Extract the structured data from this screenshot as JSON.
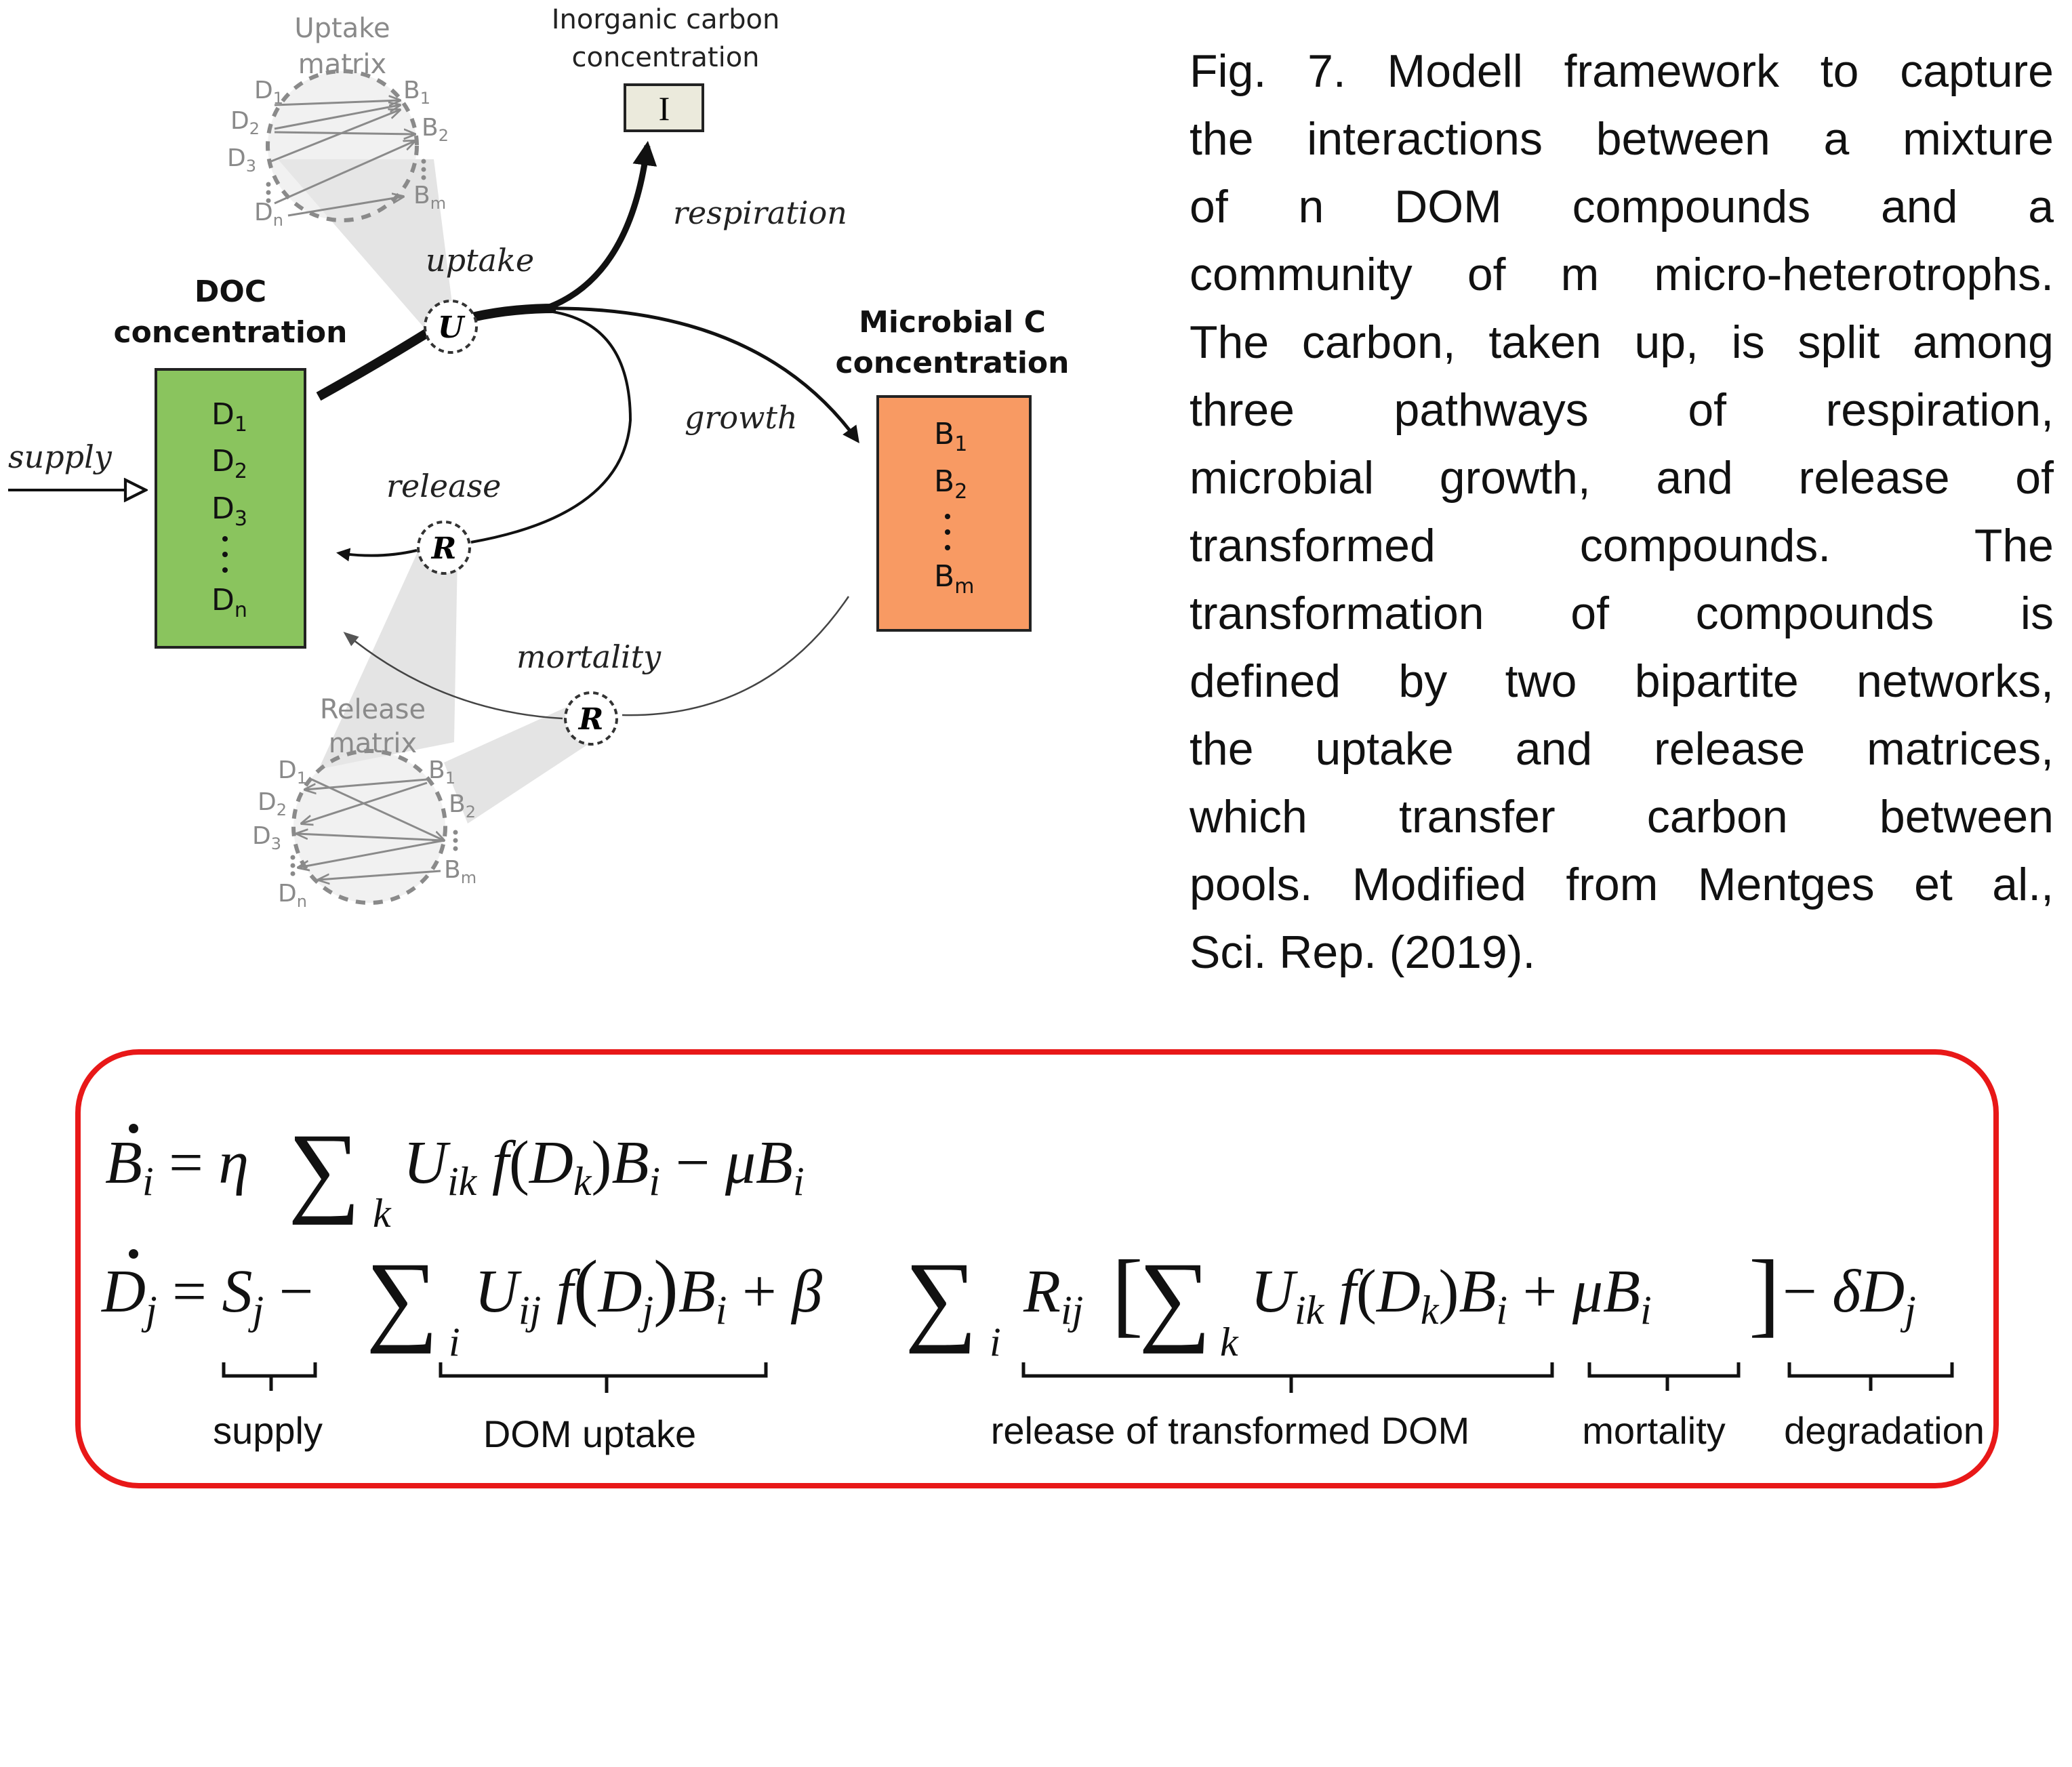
{
  "diagram": {
    "uptake_matrix_label": [
      "Uptake",
      "matrix"
    ],
    "release_matrix_label": [
      "Release",
      "matrix"
    ],
    "inorganic_label": [
      "Inorganic carbon",
      "concentration"
    ],
    "inorganic_symbol": "I",
    "doc_label": [
      "DOC",
      "concentration"
    ],
    "doc_items": [
      "D",
      "D",
      "D",
      "D"
    ],
    "doc_subs": [
      "1",
      "2",
      "3",
      "n"
    ],
    "microbial_label": [
      "Microbial C",
      "concentration"
    ],
    "microbial_items": [
      "B",
      "B",
      "B"
    ],
    "microbial_subs": [
      "1",
      "2",
      "m"
    ],
    "flows": {
      "supply": "supply",
      "uptake": "uptake",
      "respiration": "respiration",
      "growth": "growth",
      "release": "release",
      "mortality": "mortality"
    },
    "nodes": {
      "uptake": "U",
      "release": "R",
      "mortality": "R"
    },
    "matrix_nodes": {
      "D": [
        "D",
        "D",
        "D",
        "D"
      ],
      "D_subs": [
        "1",
        "2",
        "3",
        "n"
      ],
      "B": [
        "B",
        "B",
        "B"
      ],
      "B_subs": [
        "1",
        "2",
        "m"
      ]
    },
    "colors": {
      "doc_fill": "#8ac45e",
      "microbial_fill": "#f89a63",
      "inorganic_fill": "#ebeadc",
      "equation_border": "#e81818",
      "matrix_gray": "#8a8a8a",
      "shadow_gray": "#e2e2e2"
    }
  },
  "caption": {
    "lines": [
      "Fig. 7. Modell framework to capture",
      "the interactions between a mixture",
      "of n DOM compounds and a",
      "community of m micro-heterotrophs.",
      "The carbon, taken up, is split among",
      "three pathways of respiration,",
      "microbial growth, and release of",
      "transformed compounds. The",
      "transformation of compounds is",
      "defined by two bipartite networks,",
      "the uptake and release matrices,",
      "which transfer carbon between",
      "pools. Modified from Mentges et al.,",
      "Sci. Rep. (2019)."
    ]
  },
  "equations": {
    "eq1": "Ḃ_i = η Σ_k U_ik f(D_k) B_i − μB_i",
    "eq2": "Ḋ_j = S_j − Σ_i U_ij f(D_j) B_i + β Σ_i R_ij [Σ_k U_ik f(D_k) B_i + μB_i] − δD_j",
    "terms": [
      "supply",
      "DOM uptake",
      "release of transformed DOM",
      "mortality",
      "degradation"
    ]
  }
}
